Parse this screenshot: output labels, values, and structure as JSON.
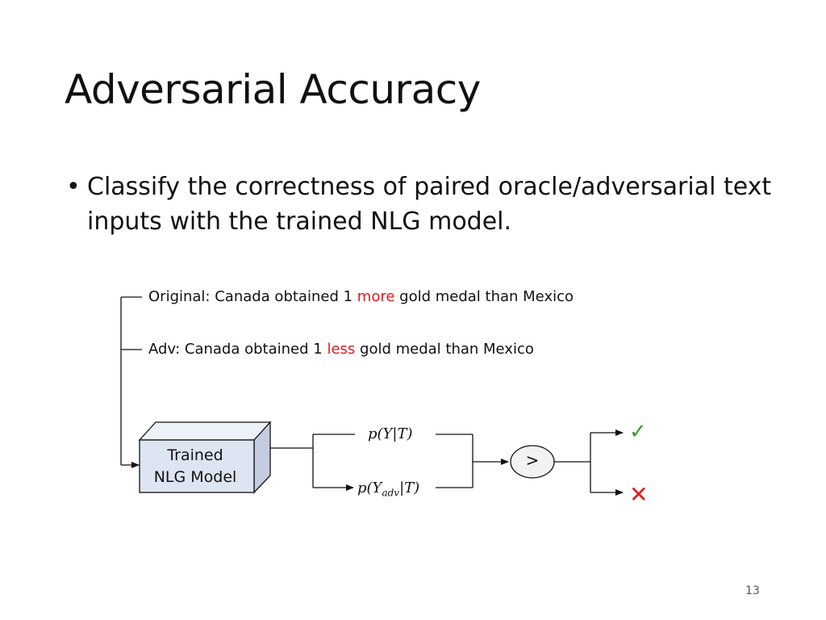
{
  "slide": {
    "title": "Adversarial Accuracy",
    "bullet": "Classify the correctness of paired oracle/adversarial text inputs with the trained NLG model.",
    "page_number": "13"
  },
  "diagram": {
    "original": {
      "prefix": "Original: Canada obtained 1",
      "highlight": "more",
      "suffix": "gold medal than Mexico"
    },
    "adversarial": {
      "prefix": "Adv: Canada obtained 1",
      "highlight": "less",
      "suffix": "gold medal than Mexico"
    },
    "model": {
      "line1": "Trained",
      "line2": "NLG Model"
    },
    "prob_original": {
      "open": "p(Y|T)"
    },
    "prob_adversarial": {
      "open": "p(Y",
      "subscript": "adv",
      "close": "|T)"
    },
    "comparator": ">",
    "correct_mark": "✓",
    "incorrect_mark": "✕",
    "colors": {
      "highlight": "#e31b1b",
      "correct": "#3a9a2a",
      "box_fill": "#dde4f2",
      "box_top": "#edf1f8",
      "box_side": "#c4cce0"
    }
  }
}
